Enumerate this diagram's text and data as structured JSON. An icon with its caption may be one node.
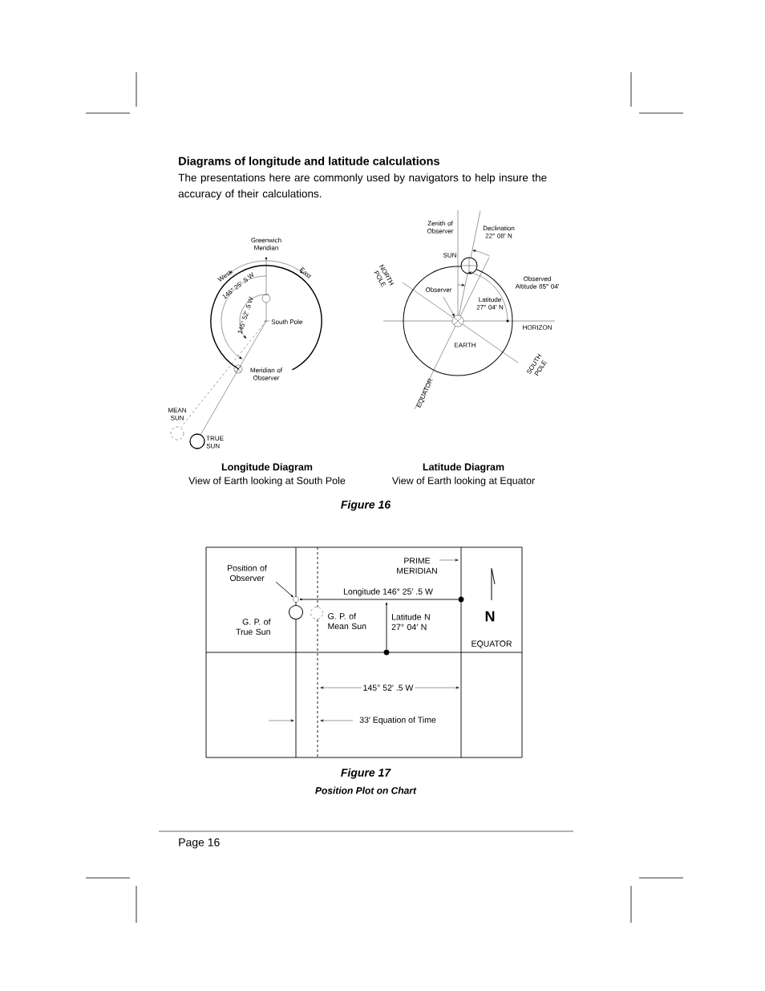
{
  "diagram": {
    "title": "Diagrams of longitude and latitude calculations",
    "nodes": [
      {
        "text": [
          "Position of Observer"
        ]
      },
      {
        "text": [],
        "shape": "circle"
      },
      {
        "text": [],
        "shape": "circle"
      },
      {
        "text": [],
        "shape": "circle"
      },
      {
        "text": [],
        "shape": "circle",
        "beside": [
          "G. P. of True Sun"
        ]
      },
      {
        "text": [],
        "shape": "circle",
        "beside": [
          "G. P. of Mean Sun"
        ]
      }
    ],
    "edges": [
      {
        "from": 0,
        "to": 1,
        "arrow": "to"
      },
      {
        "from": 2,
        "to": 1,
        "arrow": "to",
        "label": "Longitude 146° 25′ .5 W"
      },
      {
        "from": 3,
        "to": null,
        "arrow": "to",
        "label": "Latitude N 27° 04′ N"
      }
    ],
    "labels": [
      "The presentations here are commonly used by navigators to help insure the accuracy of their calculations.",
      "Greenwich Meridian",
      "West",
      "East",
      "146° 25′ .5 W",
      "145° 52′ .5 W",
      "South Pole",
      "Meridian of Observer",
      "MEAN SUN",
      "TRUE SUN",
      "Zenith of Observer",
      "Declination 22° 08′ N",
      "SUN",
      "NORTH POLE",
      "Observer",
      "Latitude 27° 04′ N",
      "Observed Altitude 85° 04′",
      "HORIZON",
      "EARTH",
      "SOUTH POLE",
      "EQUATOR",
      "Longitude Diagram",
      "View of Earth looking at South Pole",
      "Latitude Diagram",
      "View of Earth looking at Equator",
      "Figure 16",
      "PRIME MERIDIAN",
      "N",
      "EQUATOR",
      "145° 52′ .5 W",
      "33′ Equation of Time",
      "Figure 17",
      "Position Plot on Chart",
      "Page 16"
    ]
  }
}
